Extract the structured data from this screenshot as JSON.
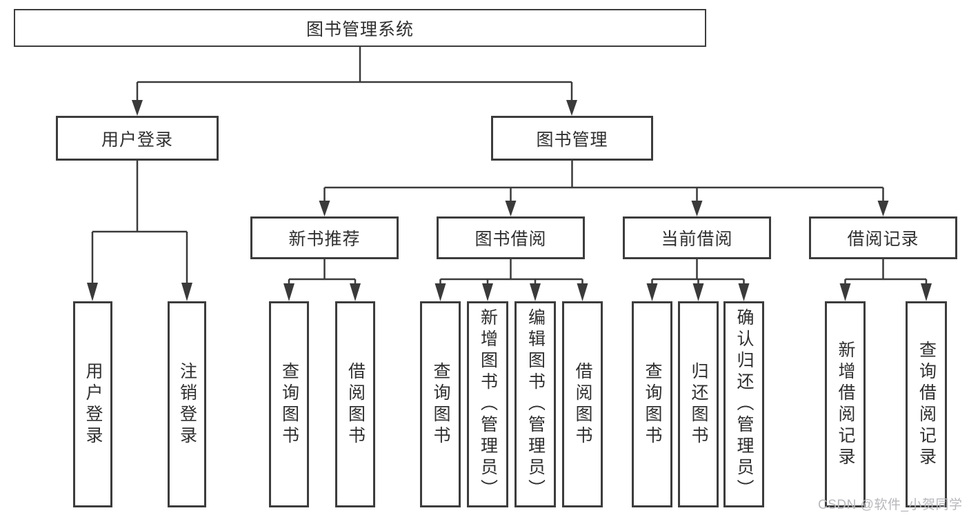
{
  "title": "图书管理系统",
  "branches": {
    "left": {
      "label": "用户登录",
      "children": [
        "用户登录",
        "注销登录"
      ]
    },
    "right": {
      "label": "图书管理",
      "sections": [
        {
          "label": "新书推荐",
          "children": [
            "查询图书",
            "借阅图书"
          ]
        },
        {
          "label": "图书借阅",
          "children": [
            "查询图书",
            "新增图书（管理员）",
            "编辑图书（管理员）",
            "借阅图书"
          ]
        },
        {
          "label": "当前借阅",
          "children": [
            "查询图书",
            "归还图书",
            "确认归还（管理员）"
          ]
        },
        {
          "label": "借阅记录",
          "children": [
            "新增借阅记录",
            "查询借阅记录"
          ]
        }
      ]
    }
  },
  "watermark": "CSDN @软件_小贺同学",
  "colors": {
    "line": "#3a3a3a",
    "border": "#3c3c3c",
    "text": "#2f2f2f",
    "watermark_text": "#b7b7bc",
    "background": "#ffffff"
  }
}
